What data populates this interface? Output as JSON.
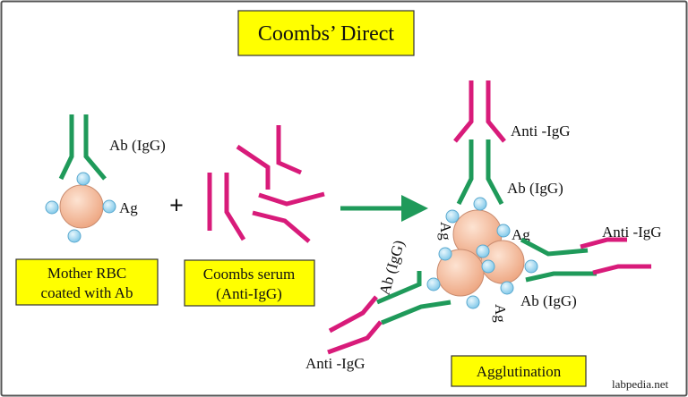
{
  "title": "Coombs’ Direct",
  "left": {
    "ab_label": "Ab (IgG)",
    "ag_label": "Ag",
    "box_line1": "Mother RBC",
    "box_line2": "coated with Ab"
  },
  "plus_sign": "+",
  "middle": {
    "box_line1": "Coombs serum",
    "box_line2": "(Anti-IgG)"
  },
  "right": {
    "anti_igg_top": "Anti -IgG",
    "ab_igg_top": "Ab (IgG)",
    "ag_left_rotated": "Ag",
    "ab_igg_left_rotated": "Ab (IgG)",
    "ag_right": "Ag",
    "anti_igg_right": "Anti -IgG",
    "ag_bottom_rotated": "Ag",
    "ab_igg_bottom": "Ab (IgG)",
    "anti_igg_bottom": "Anti -IgG",
    "box_label": "Agglutination"
  },
  "watermark": "labpedia.net",
  "colors": {
    "antibody": "#1f9a5a",
    "anti_igg": "#d81b7a",
    "rbc": "#f2b89a",
    "antigen": "#a9dcf2",
    "label_box": "#ffff00",
    "arrow": "#1f9a5a"
  }
}
